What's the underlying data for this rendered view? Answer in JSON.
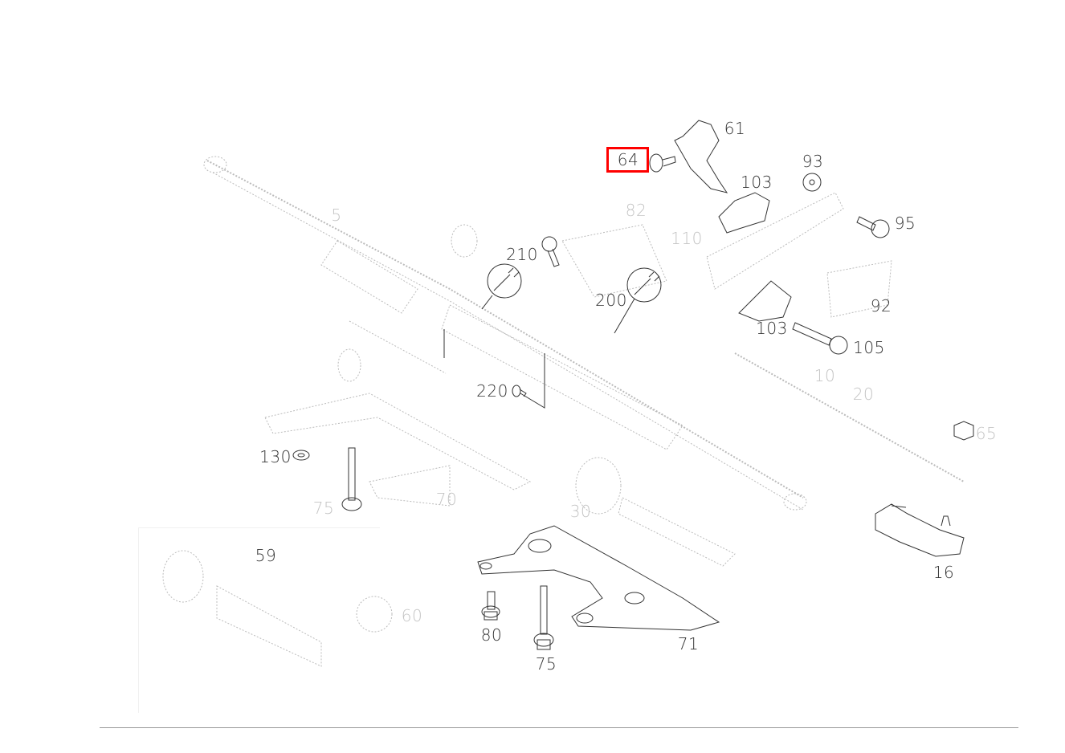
{
  "diagram": {
    "highlighted_part": "64",
    "accent_color": "#ff0000",
    "labels": [
      {
        "id": "61",
        "text": "61",
        "style": "normal"
      },
      {
        "id": "64",
        "text": "64",
        "style": "highlighted"
      },
      {
        "id": "93",
        "text": "93",
        "style": "normal"
      },
      {
        "id": "103a",
        "text": "103",
        "style": "normal"
      },
      {
        "id": "95",
        "text": "95",
        "style": "normal"
      },
      {
        "id": "82",
        "text": "82",
        "style": "faded"
      },
      {
        "id": "210",
        "text": "210",
        "style": "normal"
      },
      {
        "id": "110",
        "text": "110",
        "style": "faded"
      },
      {
        "id": "200",
        "text": "200",
        "style": "normal"
      },
      {
        "id": "92",
        "text": "92",
        "style": "normal"
      },
      {
        "id": "103b",
        "text": "103",
        "style": "normal"
      },
      {
        "id": "105",
        "text": "105",
        "style": "normal"
      },
      {
        "id": "220",
        "text": "220",
        "style": "normal"
      },
      {
        "id": "10",
        "text": "10",
        "style": "faded"
      },
      {
        "id": "20",
        "text": "20",
        "style": "faded"
      },
      {
        "id": "65",
        "text": "65",
        "style": "faded"
      },
      {
        "id": "5",
        "text": "5",
        "style": "faded"
      },
      {
        "id": "130",
        "text": "130",
        "style": "normal"
      },
      {
        "id": "75a",
        "text": "75",
        "style": "faded"
      },
      {
        "id": "70",
        "text": "70",
        "style": "faded"
      },
      {
        "id": "59",
        "text": "59",
        "style": "normal"
      },
      {
        "id": "60",
        "text": "60",
        "style": "faded"
      },
      {
        "id": "30",
        "text": "30",
        "style": "faded"
      },
      {
        "id": "80",
        "text": "80",
        "style": "normal"
      },
      {
        "id": "75b",
        "text": "75",
        "style": "normal"
      },
      {
        "id": "71",
        "text": "71",
        "style": "normal"
      },
      {
        "id": "16",
        "text": "16",
        "style": "normal"
      }
    ]
  }
}
